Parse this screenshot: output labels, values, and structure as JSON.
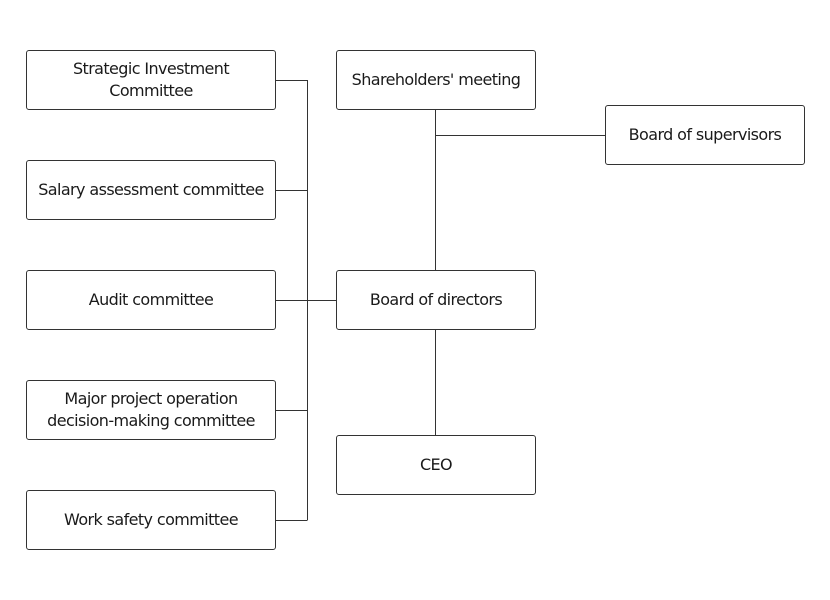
{
  "diagram": {
    "nodes": {
      "strategic_investment": "Strategic Investment Committee",
      "salary_assessment": "Salary assessment committee",
      "audit": "Audit committee",
      "major_project_line1": "Major project operation",
      "major_project_line2": "decision-making committee",
      "work_safety": "Work safety committee",
      "shareholders_meeting": "Shareholders' meeting",
      "board_of_directors": "Board of directors",
      "ceo": "CEO",
      "board_of_supervisors": "Board of supervisors"
    },
    "line_color": "#333333",
    "box_border_color": "#333333",
    "background_color": "#ffffff"
  }
}
